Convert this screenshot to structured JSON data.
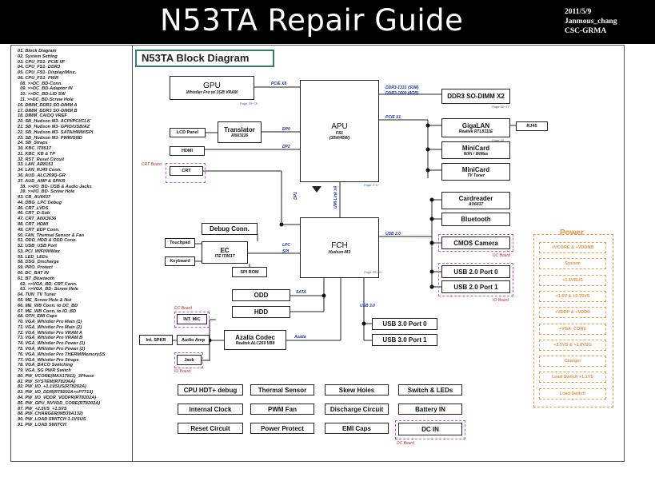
{
  "header": {
    "title": "N53TA Repair Guide",
    "date": "2011/5/9",
    "author": "Janmous_chang",
    "dept": "CSC-GRMA"
  },
  "diagram_title": "N53TA Block Diagram",
  "index": [
    "01. Block Diagram",
    "02. System Setting",
    "03. CPU_FS1- PCIE I/F",
    "04. CPU_FS1- DDR3",
    "05. CPU_FS1- Display/Misc.",
    "06. CPU_FS1- PWR",
    "  08. >>DC_BD-Conn.",
    "  09. >>DC_BD-Adaptor IN",
    "  10. >>DC_BD-LID SW",
    "  11. >>DC_BD-Screw Hole",
    "16. DIMM_DDR3 SO-DIMM A",
    "17. DIMM_DDR3 SO-DIMM B",
    "18. DIMM_CA/DQ VREF",
    "20. SB_Hudson M3- ACPI/PCI/CLK",
    "21. SB_Hudson M3- GPIO/USB/AZ",
    "22. SB_Hudson M3- SATA/HWM/SPI",
    "23. SB_Hudson M3- PWR/GND",
    "24. SB_Straps",
    "30. KBC_IT8517",
    "31. KBC_KB & TP",
    "32. RST_Reset Circuit",
    "33. LAN_AR8151",
    "34. LAN_RJ45 Conn.",
    "36. AUD_ALC269Q-GR",
    "37. AUD_AMP & SPKR",
    "  38. >>I/O_BD- USB & Audio Jacks",
    "  39. >>I/O_BD- Screw Hole",
    "43. CB_AU6437",
    "44. DBG_LPC Debug",
    "46. CRT_LVDS",
    "46. CRT_D-Sub",
    "47. CRT_ANX3636",
    "48. CRT_HDMI",
    "49. CRT_EDP Conn.",
    "50. FAN_Thermal Sensor & Fan",
    "51. ODD_HDD & ODD Conn.",
    "52. USB_USB Port",
    "53. PCI_WIFI/WiMax",
    "55. LED_LEDs",
    "58. DSG_Discharge",
    "59. PRO_Protect",
    "60. DC_BAT IN",
    "61. BT_Bluetooth",
    "  62. >>VGA_BD- CRT Conn.",
    "  63. >>VGA_BD- Screw Hole",
    "64. TUN_TV Tuner",
    "65. ME_Screw Hole & Nut",
    "66. ME_WB Conn. to DC_BD",
    "67. ME_WB Conn. to IO_BD",
    "68. OTH_EMI Caps",
    "70. VGA_Whistler Pro Main (1)",
    "71. VGA_Whistler Pro Main (2)",
    "72. VGA_Whistler Pro VRAM A",
    "73. VGA_Whistler Pro VRAM B",
    "74. VGA_Whistler Pro Power (1)",
    "75. VGA_Whistler Pro Power (2)",
    "76. VGA_Whistler Pro THERM/MemorySS",
    "77. VGA_Whistler Pro Straps",
    "78. VGA_BACO Switching",
    "79. VGA_SG PWR Switch",
    "80. PW_VCORE(MAX17811)_3Phase",
    "81. PW_SYSTEM(RT8206A)",
    "82. PW_I/O_+1.1VSUS(RT8202A)",
    "83. PW_I/O_DDR(RT8202A+cP7713)",
    "84. PW_I/O_VDDR_VDDPR(RT8202A)",
    "85. PW_GPU_NVVDD_CORE(RT8202A)",
    "87. PW_+2.5VS_+1.5VS",
    "88. PW_CHARGER(MB39A132)",
    "90. PW_LOAD SWITCH 1.1VSUS",
    "91. PW_LOAD SWITCH"
  ],
  "blocks": {
    "gpu": "GPU",
    "gpu_sub": "Whistler Pro w/ 1GB VRAM",
    "apu": "APU",
    "apu_s1": "FS1",
    "apu_s2": "(35W/45W)",
    "dimm": "DDR3 SO-DIMM X2",
    "lcd": "LCD Panel",
    "translator": "Translator",
    "trans_sub": "ANX3116",
    "hdmi": "HDMI",
    "crt": "CRT",
    "gigalan": "GigaLAN",
    "lan_sub": "Realtek RTL8111E",
    "rj45": "RJ45",
    "minicard1": "MiniCard",
    "mc1_sub": "WiFi / WiMax",
    "minicard2": "MiniCard",
    "mc2_sub": "TV Tuner",
    "cardreader": "Cardreader",
    "cr_sub": "AU6437",
    "bluetooth": "Bluetooth",
    "debug": "Debug Conn.",
    "fch": "FCH",
    "fch_sub": "Hudson-M3",
    "touchpad": "Touchpad",
    "keyboard": "Keyboard",
    "ec": "EC",
    "ec_sub": "ITE IT8517",
    "spirom": "SPI ROM",
    "cmos": "CMOS Camera",
    "usb20_0": "USB 2.0 Port 0",
    "usb20_1": "USB 2.0 Port 1",
    "odd": "ODD",
    "hdd": "HDD",
    "intmic": "INT. MIC",
    "intspkr": "Int. SPKR",
    "audioamp": "Audio Amp",
    "jack": "Jack",
    "azalia": "Azalia Codec",
    "azalia_sub": "Realtek ALC269 VB8",
    "usb30_0": "USB 3.0 Port 0",
    "usb30_1": "USB 3.0 Port 1"
  },
  "bottom": [
    "CPU HDT+ debug",
    "Thermal Sensor",
    "Skew Holes",
    "Switch & LEDs",
    "Internal Clock",
    "PWM Fan",
    "Discharge Circuit",
    "Battery IN",
    "Reset Circuit",
    "Power Protect",
    "EMI Caps",
    "DC IN"
  ],
  "power": {
    "title": "Power",
    "items": [
      "+VCORE & +VDDNB",
      "System",
      "+1.1VSUS",
      "+1.5V & +0.75VS",
      "+VDDP & +VDDR",
      "+VGA_CORE",
      "+2.5VS & +1.8VSG",
      "Charger",
      "Load Switch +1.1VS",
      "Load Switch"
    ]
  },
  "signals": {
    "pcie_x8": "PCIE X8",
    "ddr3": "DDR3-1333 (S3M)",
    "ddr3b": "DDR3-1600 (4GB)",
    "pcie_x1": "PCIE X1",
    "dpc": "DP0",
    "dp2": "DP2",
    "dp1": "DP1",
    "umi": "UMI-Link x4",
    "lpc": "LPC",
    "smi": "SPI",
    "usb20": "USB 2.0",
    "sata": "SATA",
    "usb30": "USB 3.0",
    "azalia": "Azalia"
  },
  "labels": {
    "crt_board": "CRT Board",
    "dc_board": "DC Board",
    "io_board": "IO Board",
    "dc_board2": "DC Board",
    "io_board2": "IO Board",
    "dc_board3": "DC Board"
  },
  "colors": {
    "signal": "#2233aa",
    "power": "#e89040",
    "board": "#c060c0",
    "title_border": "#3a7a70"
  }
}
